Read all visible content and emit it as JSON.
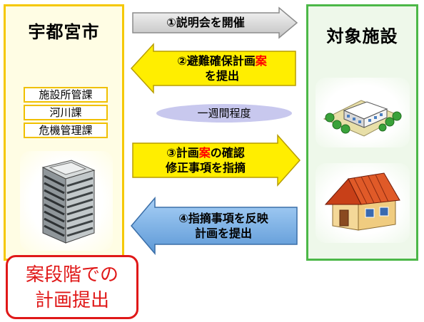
{
  "left_panel": {
    "title": "宇都宮市",
    "departments": [
      "施設所管課",
      "河川課",
      "危機管理課"
    ],
    "icon": "office-building-icon"
  },
  "right_panel": {
    "title": "対象施設",
    "icons": [
      "facility-complex-icon",
      "house-icon"
    ]
  },
  "arrows": [
    {
      "direction": "right",
      "color": "#d0d0d0",
      "lines": [
        "①説明会を開催"
      ]
    },
    {
      "direction": "left",
      "color": "#ffee00",
      "line1_prefix": "②避難確保計画",
      "line1_red": "案",
      "line2": "を提出"
    },
    {
      "direction": "right",
      "color": "#ffee00",
      "line1_prefix": "③計画",
      "line1_red": "案",
      "line1_suffix": "の確認",
      "line2": "修正事項を指摘"
    },
    {
      "direction": "left",
      "color": "#7eb4ea",
      "lines": [
        "④指摘事項を反映",
        "計画を提出"
      ]
    }
  ],
  "period_label": "一週間程度",
  "callout": {
    "line1": "案段階での",
    "line2": "計画提出",
    "color": "#e01818"
  }
}
